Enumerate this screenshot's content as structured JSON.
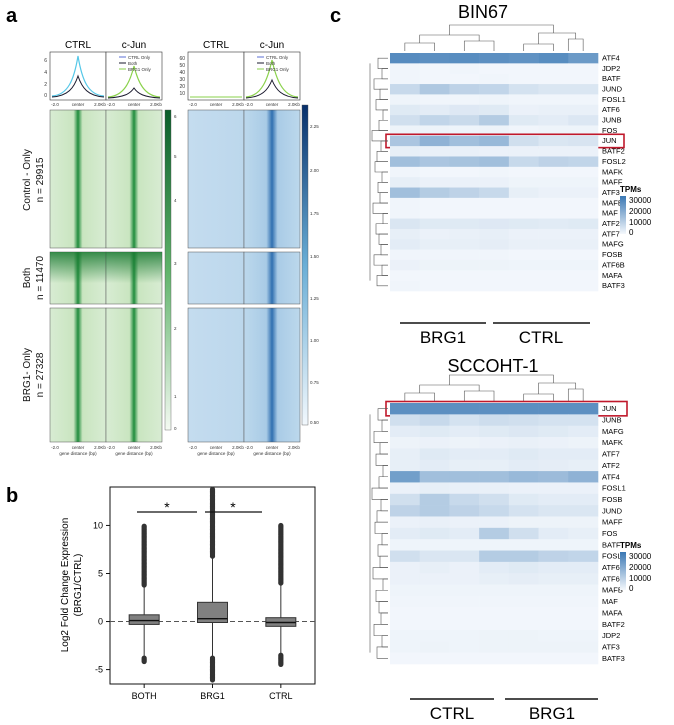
{
  "panel_letters": {
    "a": "a",
    "b": "b",
    "c": "c"
  },
  "panel_a": {
    "col_labels": [
      "CTRL",
      "c-Jun",
      "CTRL",
      "c-Jun"
    ],
    "row_labels": [
      [
        "Control - Only",
        "n = 29915"
      ],
      [
        "Both",
        "n = 11470"
      ],
      [
        "BRG1- Only",
        "n = 27328"
      ]
    ],
    "profile_legend": [
      "CTRL Only",
      "Both",
      "BRG1 Only"
    ],
    "profile_yticks_left": [
      "6",
      "4",
      "2",
      "0"
    ],
    "profile_yticks_right": [
      "60",
      "50",
      "40",
      "30",
      "20",
      "10"
    ],
    "profile_xticks": [
      "-2.0",
      "center",
      "2.0Kb"
    ],
    "xlabel": "gene distance (bp)",
    "green_colorbar_ticks": [
      "6",
      "5",
      "4",
      "3",
      "2",
      "1",
      "0"
    ],
    "blue_colorbar_ticks": [
      "2.25",
      "2.00",
      "1.75",
      "1.50",
      "1.25",
      "1.00",
      "0.75",
      "0.50"
    ],
    "colors": {
      "ctrl_only": "#5b6fd6",
      "both": "#1a1a2e",
      "brg1_only": "#8ad14b",
      "peak_cyan": "#56c8e8"
    }
  },
  "panel_b": {
    "ylabel_line1": "Log2 Fold Change Expression",
    "ylabel_line2": "(BRG1/CTRL)",
    "significance": [
      "*",
      "*"
    ],
    "chart_data": {
      "type": "box",
      "categories": [
        "BOTH",
        "BRG1",
        "CTRL"
      ],
      "yticks": [
        -5,
        0,
        5,
        10
      ],
      "ylim": [
        -6.5,
        14
      ],
      "boxes": [
        {
          "name": "BOTH",
          "q1": -0.3,
          "median": 0.1,
          "q3": 0.7,
          "whisker_low": -3.8,
          "whisker_high": 3.8,
          "outlier_low": -4.2,
          "outlier_high": 10
        },
        {
          "name": "BRG1",
          "q1": -0.1,
          "median": 0.3,
          "q3": 2.0,
          "whisker_low": -3.8,
          "whisker_high": 6.8,
          "outlier_low": -6.2,
          "outlier_high": 13.8
        },
        {
          "name": "CTRL",
          "q1": -0.5,
          "median": -0.1,
          "q3": 0.4,
          "whisker_low": -3.5,
          "whisker_high": 4.0,
          "outlier_low": -4.5,
          "outlier_high": 10
        }
      ],
      "reference_line": 0
    }
  },
  "panel_c_top": {
    "title": "BIN67",
    "genes": [
      "ATF4",
      "JDP2",
      "BATF",
      "JUND",
      "FOSL1",
      "ATF6",
      "JUNB",
      "FOS",
      "JUN",
      "BATF2",
      "FOSL2",
      "MAFK",
      "MAFF",
      "ATF3",
      "MAFB",
      "MAF",
      "ATF2",
      "ATF7",
      "MAFG",
      "FOSB",
      "ATF6B",
      "MAFA",
      "BATF3"
    ],
    "groups": [
      "BRG1",
      "CTRL"
    ],
    "highlight": "JUN",
    "legend_title": "TPMs",
    "legend_ticks": [
      "30000",
      "20000",
      "10000",
      "0"
    ],
    "values": [
      [
        0.85,
        0.82,
        0.84,
        0.82,
        0.8,
        0.84,
        0.74
      ],
      [
        0.03,
        0.02,
        0.03,
        0.02,
        0.02,
        0.02,
        0.02
      ],
      [
        0.03,
        0.02,
        0.02,
        0.03,
        0.02,
        0.02,
        0.02
      ],
      [
        0.25,
        0.38,
        0.3,
        0.28,
        0.18,
        0.15,
        0.15
      ],
      [
        0.04,
        0.03,
        0.03,
        0.04,
        0.03,
        0.03,
        0.03
      ],
      [
        0.12,
        0.1,
        0.13,
        0.12,
        0.06,
        0.07,
        0.07
      ],
      [
        0.2,
        0.28,
        0.24,
        0.35,
        0.12,
        0.1,
        0.14
      ],
      [
        0.05,
        0.05,
        0.04,
        0.05,
        0.03,
        0.04,
        0.04
      ],
      [
        0.4,
        0.55,
        0.45,
        0.5,
        0.2,
        0.15,
        0.16
      ],
      [
        0.08,
        0.07,
        0.07,
        0.06,
        0.06,
        0.06,
        0.06
      ],
      [
        0.45,
        0.4,
        0.42,
        0.45,
        0.25,
        0.3,
        0.28
      ],
      [
        0.03,
        0.02,
        0.02,
        0.03,
        0.02,
        0.02,
        0.02
      ],
      [
        0.08,
        0.06,
        0.06,
        0.06,
        0.04,
        0.04,
        0.04
      ],
      [
        0.45,
        0.35,
        0.3,
        0.25,
        0.08,
        0.06,
        0.06
      ],
      [
        0.03,
        0.02,
        0.02,
        0.02,
        0.02,
        0.02,
        0.02
      ],
      [
        0.03,
        0.02,
        0.02,
        0.02,
        0.02,
        0.02,
        0.02
      ],
      [
        0.15,
        0.12,
        0.12,
        0.13,
        0.12,
        0.11,
        0.12
      ],
      [
        0.08,
        0.06,
        0.07,
        0.08,
        0.06,
        0.06,
        0.06
      ],
      [
        0.1,
        0.08,
        0.08,
        0.09,
        0.07,
        0.07,
        0.07
      ],
      [
        0.03,
        0.03,
        0.03,
        0.03,
        0.02,
        0.02,
        0.02
      ],
      [
        0.06,
        0.05,
        0.05,
        0.05,
        0.04,
        0.04,
        0.04
      ],
      [
        0.02,
        0.02,
        0.02,
        0.02,
        0.02,
        0.02,
        0.02
      ],
      [
        0.03,
        0.02,
        0.02,
        0.02,
        0.02,
        0.02,
        0.02
      ]
    ]
  },
  "panel_c_bottom": {
    "title": "SCCOHT-1",
    "genes": [
      "JUN",
      "JUNB",
      "MAFG",
      "MAFK",
      "ATF7",
      "ATF2",
      "ATF4",
      "FOSL1",
      "FOSB",
      "JUND",
      "MAFF",
      "FOS",
      "BATF",
      "FOSL2",
      "ATF6",
      "ATF6B",
      "MAFB",
      "MAF",
      "MAFA",
      "BATF2",
      "JDP2",
      "ATF3",
      "BATF3"
    ],
    "groups": [
      "CTRL",
      "BRG1"
    ],
    "highlight": "JUN",
    "legend_title": "TPMs",
    "legend_ticks": [
      "30000",
      "20000",
      "10000",
      "0"
    ],
    "values": [
      [
        0.82,
        0.82,
        0.82,
        0.82,
        0.82,
        0.82,
        0.82
      ],
      [
        0.2,
        0.25,
        0.18,
        0.22,
        0.2,
        0.18,
        0.18
      ],
      [
        0.1,
        0.12,
        0.1,
        0.12,
        0.14,
        0.12,
        0.1
      ],
      [
        0.05,
        0.06,
        0.05,
        0.06,
        0.07,
        0.06,
        0.05
      ],
      [
        0.08,
        0.12,
        0.1,
        0.1,
        0.12,
        0.1,
        0.1
      ],
      [
        0.08,
        0.1,
        0.08,
        0.08,
        0.1,
        0.09,
        0.08
      ],
      [
        0.7,
        0.45,
        0.45,
        0.45,
        0.5,
        0.48,
        0.55
      ],
      [
        0.06,
        0.08,
        0.07,
        0.07,
        0.06,
        0.06,
        0.06
      ],
      [
        0.2,
        0.35,
        0.25,
        0.2,
        0.12,
        0.1,
        0.1
      ],
      [
        0.3,
        0.35,
        0.3,
        0.25,
        0.18,
        0.15,
        0.15
      ],
      [
        0.06,
        0.07,
        0.06,
        0.06,
        0.05,
        0.05,
        0.05
      ],
      [
        0.1,
        0.12,
        0.1,
        0.35,
        0.2,
        0.1,
        0.08
      ],
      [
        0.04,
        0.04,
        0.04,
        0.04,
        0.04,
        0.04,
        0.04
      ],
      [
        0.2,
        0.15,
        0.15,
        0.35,
        0.35,
        0.3,
        0.28
      ],
      [
        0.06,
        0.08,
        0.06,
        0.1,
        0.12,
        0.1,
        0.1
      ],
      [
        0.06,
        0.06,
        0.06,
        0.08,
        0.09,
        0.08,
        0.08
      ],
      [
        0.04,
        0.04,
        0.04,
        0.04,
        0.04,
        0.04,
        0.04
      ],
      [
        0.03,
        0.03,
        0.03,
        0.03,
        0.03,
        0.03,
        0.03
      ],
      [
        0.02,
        0.02,
        0.02,
        0.02,
        0.02,
        0.02,
        0.02
      ],
      [
        0.02,
        0.02,
        0.02,
        0.02,
        0.02,
        0.02,
        0.02
      ],
      [
        0.04,
        0.04,
        0.04,
        0.05,
        0.05,
        0.04,
        0.04
      ],
      [
        0.04,
        0.05,
        0.04,
        0.05,
        0.05,
        0.05,
        0.05
      ],
      [
        0.02,
        0.02,
        0.02,
        0.02,
        0.02,
        0.02,
        0.02
      ]
    ]
  }
}
